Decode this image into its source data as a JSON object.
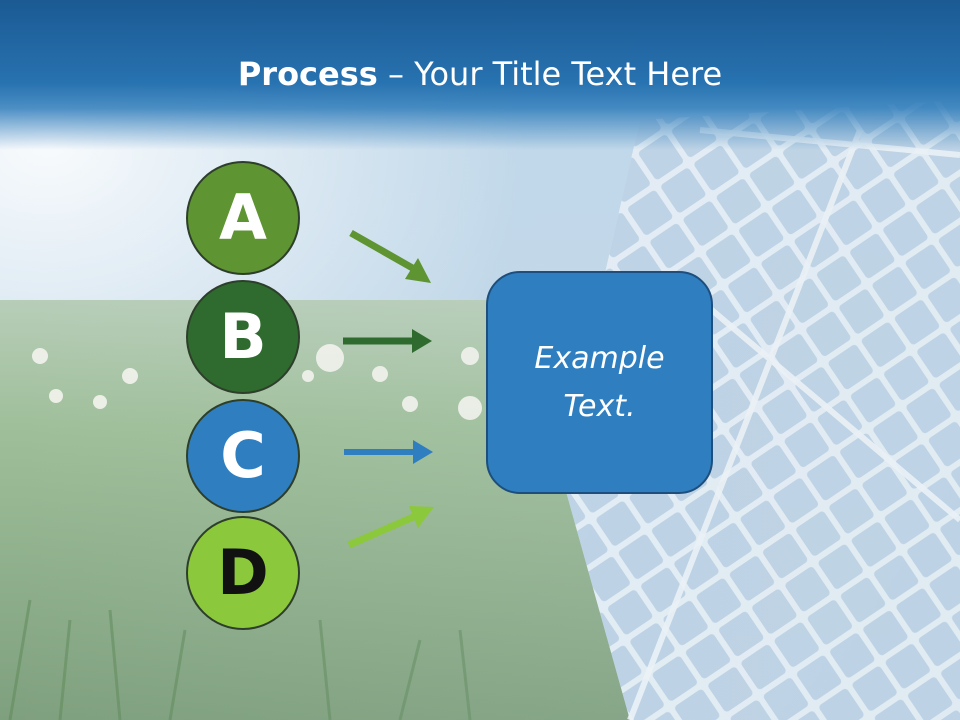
{
  "slide": {
    "title_bold": "Process",
    "title_rest": " – Your Title Text Here",
    "steps": [
      {
        "letter": "A",
        "fill": "#5e9431",
        "text_color": "#ffffff",
        "arrow_color": "#5e9431"
      },
      {
        "letter": "B",
        "fill": "#2f6b2f",
        "text_color": "#ffffff",
        "arrow_color": "#2f6b2f"
      },
      {
        "letter": "C",
        "fill": "#2f7fc0",
        "text_color": "#ffffff",
        "arrow_color": "#2f7fc0"
      },
      {
        "letter": "D",
        "fill": "#8cc83b",
        "text_color": "#111111",
        "arrow_color": "#8cc83b"
      }
    ],
    "box_text": "Example Text.",
    "box_color": "#2f7fc0"
  }
}
